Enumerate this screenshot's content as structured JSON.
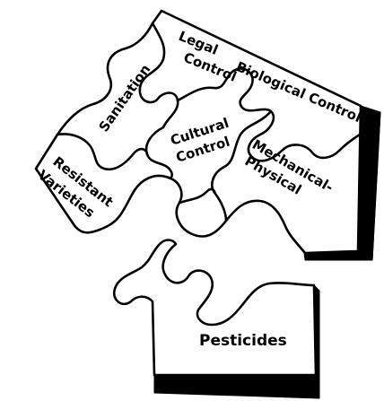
{
  "pieces": {
    "legal_control": [
      "Legal",
      "Control"
    ],
    "biological_control": "Biological Control",
    "sanitation": "Sanitation",
    "cultural_control": [
      "Cultural",
      "Control"
    ],
    "mechanical_physical": [
      "Mechanical-",
      "Physical"
    ],
    "resistant_varieties": [
      "Resistant",
      "Varieties"
    ],
    "pesticides": "Pesticides"
  },
  "colors": {
    "ink": "#000000",
    "paper": "#ffffff"
  }
}
